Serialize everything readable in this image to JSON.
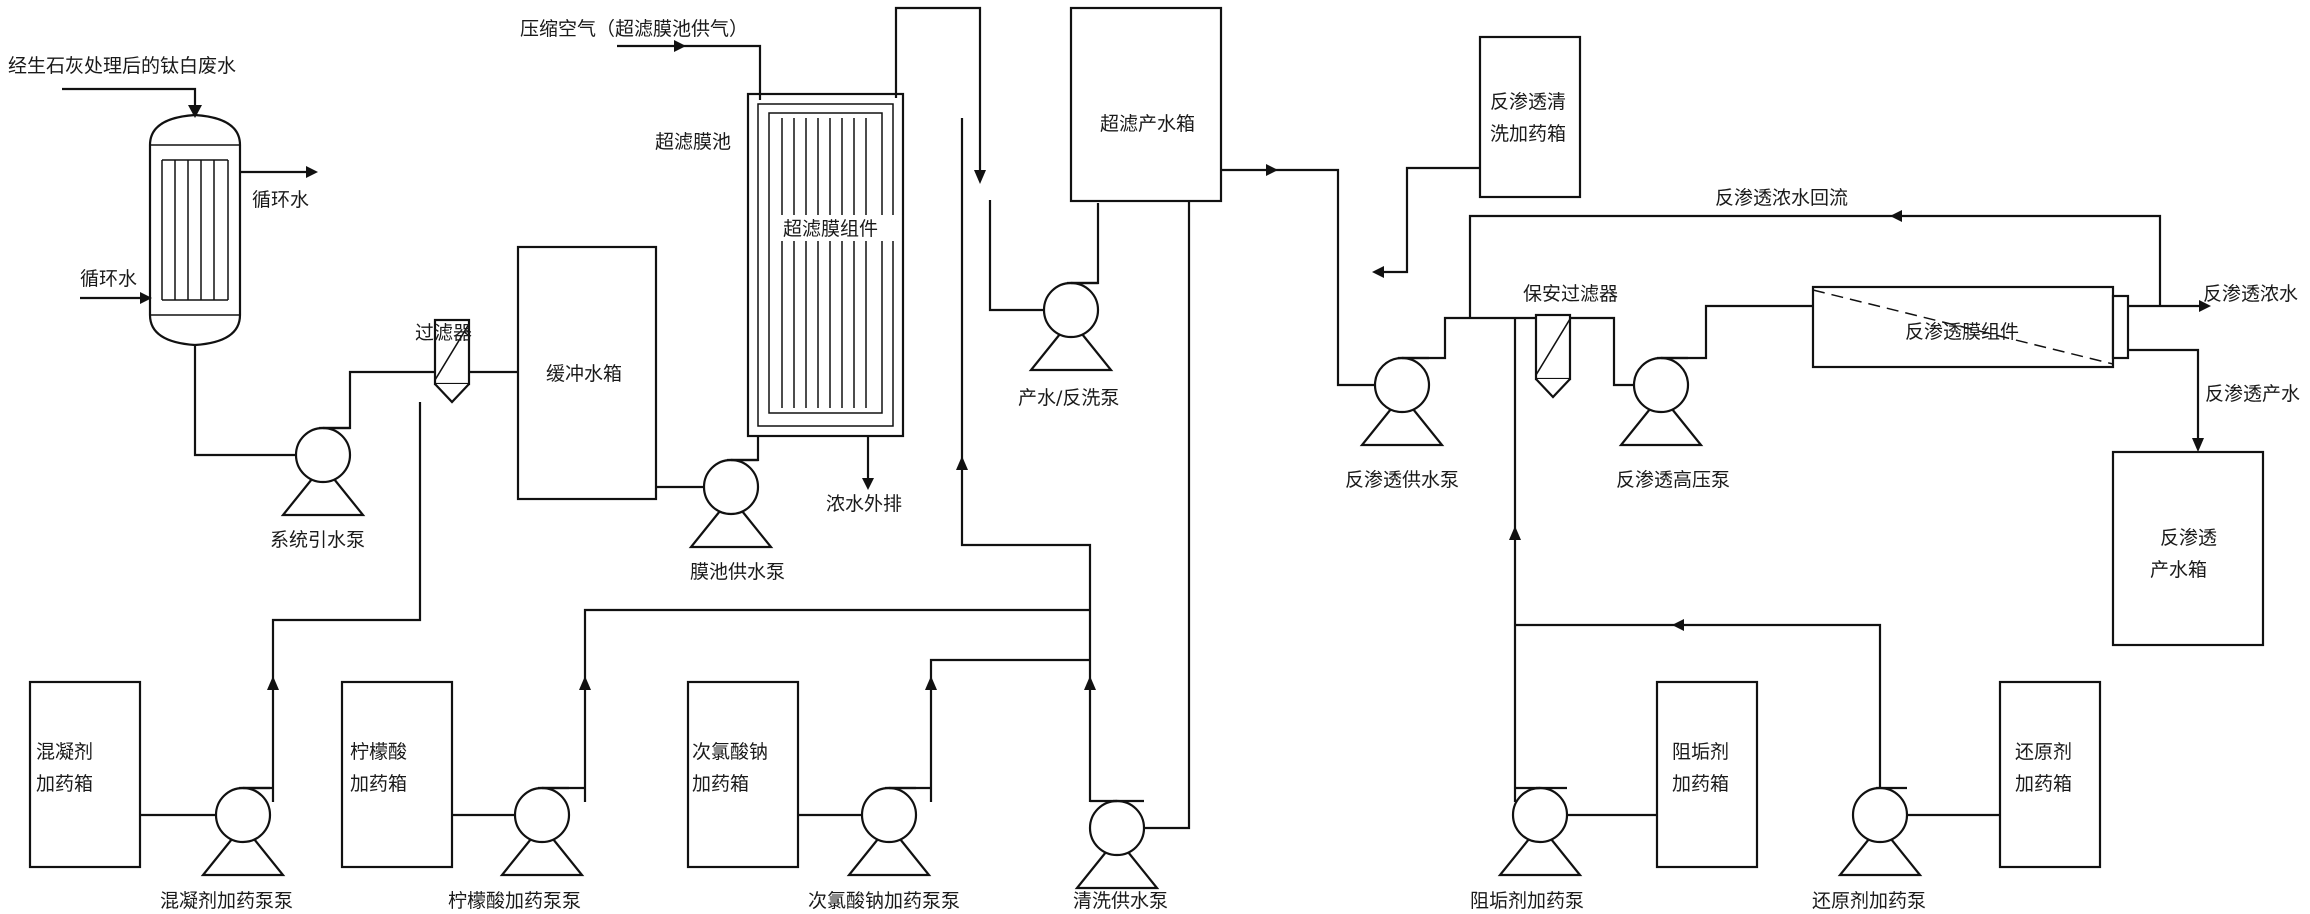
{
  "labels": {
    "feed_water": "经生石灰处理后的钛白废水",
    "circulating_water_out": "循环水",
    "circulating_water_in": "循环水",
    "filter": "过滤器",
    "buffer_tank": "缓冲水箱",
    "system_pump": "系统引水泵",
    "compressed_air": "压缩空气（超滤膜池供气）",
    "uf_tank": "超滤膜池",
    "uf_module": "超滤膜组件",
    "membrane_feed_pump": "膜池供水泵",
    "concentrate_discharge": "浓水外排",
    "uf_product_tank": "超滤产水箱",
    "product_backwash_pump": "产水/反洗泵",
    "ro_cleaning_tank": "反渗透清洗加药箱",
    "ro_concentrate_return": "反渗透浓水回流",
    "security_filter": "保安过滤器",
    "ro_module": "反渗透膜组件",
    "ro_concentrate": "反渗透浓水",
    "ro_product_water": "反渗透产水",
    "ro_feed_pump": "反渗透供水泵",
    "ro_hp_pump": "反渗透高压泵",
    "ro_product_tank": "反渗透产水箱",
    "coagulant_tank": "混凝剂加药箱",
    "coagulant_pump": "混凝剂加药泵泵",
    "citric_tank": "柠檬酸加药箱",
    "citric_pump": "柠檬酸加药泵泵",
    "hypochlorite_tank": "次氯酸钠加药箱",
    "hypochlorite_pump": "次氯酸钠加药泵泵",
    "cleaning_pump": "清洗供水泵",
    "antiscalant_tank": "阻垢剂加药箱",
    "antiscalant_pump": "阻垢剂加药泵",
    "reductant_tank": "还原剂加药箱",
    "reductant_pump": "还原剂加药泵"
  }
}
